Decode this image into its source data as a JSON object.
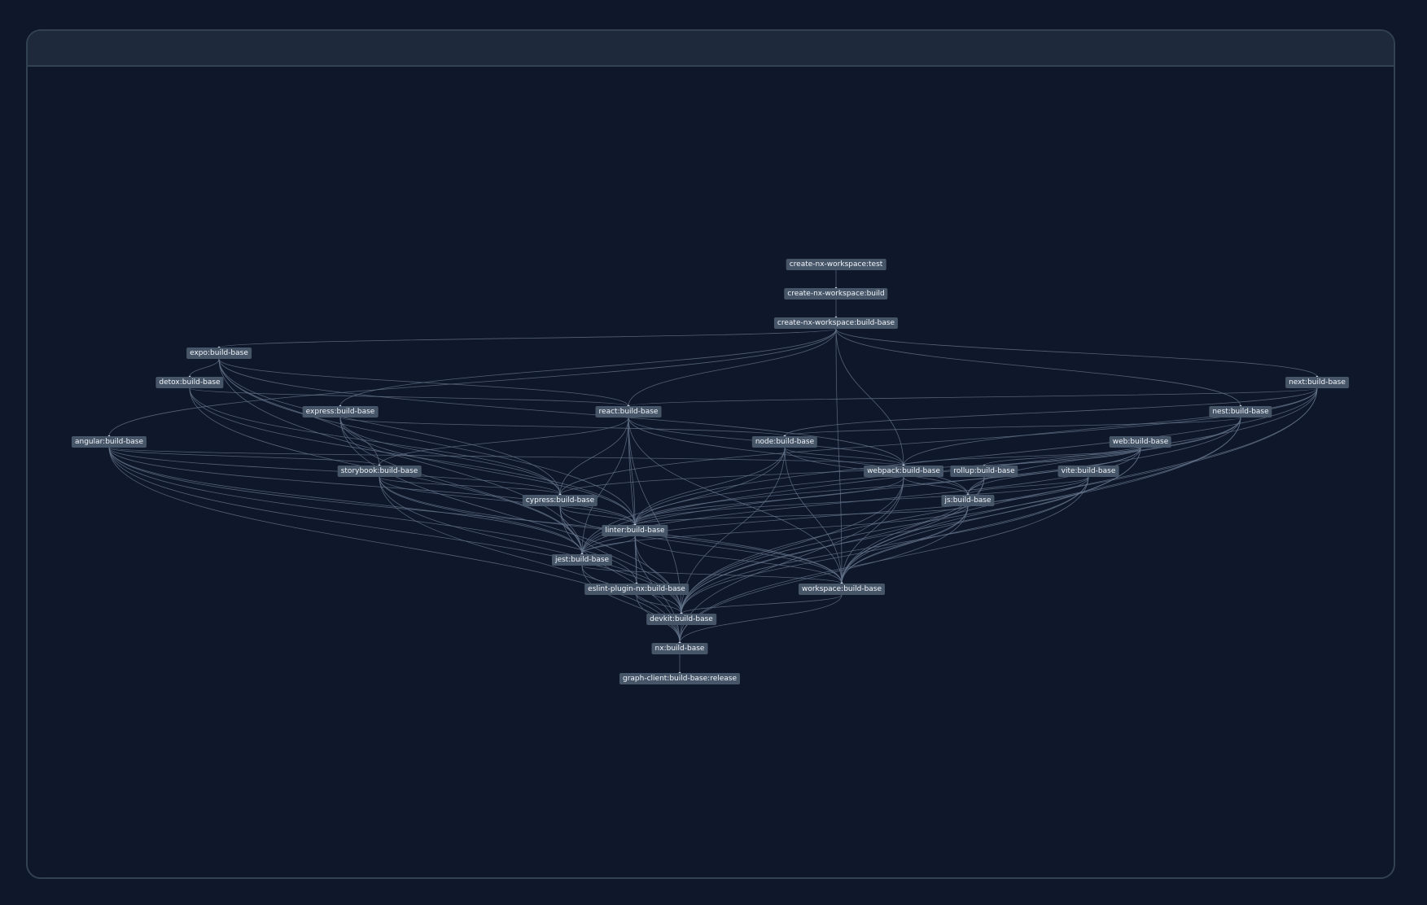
{
  "graph": {
    "nodes": [
      {
        "id": "create-nx-workspace:test",
        "label": "create-nx-workspace:test"
      },
      {
        "id": "create-nx-workspace:build",
        "label": "create-nx-workspace:build"
      },
      {
        "id": "create-nx-workspace:build-base",
        "label": "create-nx-workspace:build-base"
      },
      {
        "id": "expo:build-base",
        "label": "expo:build-base"
      },
      {
        "id": "detox:build-base",
        "label": "detox:build-base"
      },
      {
        "id": "next:build-base",
        "label": "next:build-base"
      },
      {
        "id": "express:build-base",
        "label": "express:build-base"
      },
      {
        "id": "react:build-base",
        "label": "react:build-base"
      },
      {
        "id": "nest:build-base",
        "label": "nest:build-base"
      },
      {
        "id": "angular:build-base",
        "label": "angular:build-base"
      },
      {
        "id": "node:build-base",
        "label": "node:build-base"
      },
      {
        "id": "web:build-base",
        "label": "web:build-base"
      },
      {
        "id": "storybook:build-base",
        "label": "storybook:build-base"
      },
      {
        "id": "webpack:build-base",
        "label": "webpack:build-base"
      },
      {
        "id": "rollup:build-base",
        "label": "rollup:build-base"
      },
      {
        "id": "vite:build-base",
        "label": "vite:build-base"
      },
      {
        "id": "cypress:build-base",
        "label": "cypress:build-base"
      },
      {
        "id": "js:build-base",
        "label": "js:build-base"
      },
      {
        "id": "linter:build-base",
        "label": "linter:build-base"
      },
      {
        "id": "jest:build-base",
        "label": "jest:build-base"
      },
      {
        "id": "eslint-plugin-nx:build-base",
        "label": "eslint-plugin-nx:build-base"
      },
      {
        "id": "workspace:build-base",
        "label": "workspace:build-base"
      },
      {
        "id": "devkit:build-base",
        "label": "devkit:build-base"
      },
      {
        "id": "nx:build-base",
        "label": "nx:build-base"
      },
      {
        "id": "graph-client:build-base:release",
        "label": "graph-client:build-base:release"
      }
    ],
    "edges": [
      [
        "create-nx-workspace:test",
        "create-nx-workspace:build"
      ],
      [
        "create-nx-workspace:build",
        "create-nx-workspace:build-base"
      ],
      [
        "create-nx-workspace:build-base",
        "expo:build-base"
      ],
      [
        "create-nx-workspace:build-base",
        "next:build-base"
      ],
      [
        "create-nx-workspace:build-base",
        "express:build-base"
      ],
      [
        "create-nx-workspace:build-base",
        "react:build-base"
      ],
      [
        "create-nx-workspace:build-base",
        "nest:build-base"
      ],
      [
        "create-nx-workspace:build-base",
        "angular:build-base"
      ],
      [
        "create-nx-workspace:build-base",
        "webpack:build-base"
      ],
      [
        "create-nx-workspace:build-base",
        "workspace:build-base"
      ],
      [
        "expo:build-base",
        "detox:build-base"
      ],
      [
        "expo:build-base",
        "react:build-base"
      ],
      [
        "expo:build-base",
        "storybook:build-base"
      ],
      [
        "expo:build-base",
        "cypress:build-base"
      ],
      [
        "expo:build-base",
        "jest:build-base"
      ],
      [
        "expo:build-base",
        "linter:build-base"
      ],
      [
        "expo:build-base",
        "webpack:build-base"
      ],
      [
        "detox:build-base",
        "react:build-base"
      ],
      [
        "detox:build-base",
        "jest:build-base"
      ],
      [
        "detox:build-base",
        "linter:build-base"
      ],
      [
        "detox:build-base",
        "cypress:build-base"
      ],
      [
        "next:build-base",
        "react:build-base"
      ],
      [
        "next:build-base",
        "node:build-base"
      ],
      [
        "next:build-base",
        "webpack:build-base"
      ],
      [
        "next:build-base",
        "cypress:build-base"
      ],
      [
        "next:build-base",
        "jest:build-base"
      ],
      [
        "next:build-base",
        "linter:build-base"
      ],
      [
        "next:build-base",
        "workspace:build-base"
      ],
      [
        "next:build-base",
        "devkit:build-base"
      ],
      [
        "express:build-base",
        "node:build-base"
      ],
      [
        "express:build-base",
        "jest:build-base"
      ],
      [
        "express:build-base",
        "linter:build-base"
      ],
      [
        "express:build-base",
        "devkit:build-base"
      ],
      [
        "express:build-base",
        "cypress:build-base"
      ],
      [
        "react:build-base",
        "cypress:build-base"
      ],
      [
        "react:build-base",
        "jest:build-base"
      ],
      [
        "react:build-base",
        "linter:build-base"
      ],
      [
        "react:build-base",
        "webpack:build-base"
      ],
      [
        "react:build-base",
        "storybook:build-base"
      ],
      [
        "react:build-base",
        "js:build-base"
      ],
      [
        "react:build-base",
        "workspace:build-base"
      ],
      [
        "react:build-base",
        "devkit:build-base"
      ],
      [
        "react:build-base",
        "eslint-plugin-nx:build-base"
      ],
      [
        "nest:build-base",
        "node:build-base"
      ],
      [
        "nest:build-base",
        "linter:build-base"
      ],
      [
        "nest:build-base",
        "js:build-base"
      ],
      [
        "nest:build-base",
        "workspace:build-base"
      ],
      [
        "nest:build-base",
        "devkit:build-base"
      ],
      [
        "nest:build-base",
        "jest:build-base"
      ],
      [
        "angular:build-base",
        "storybook:build-base"
      ],
      [
        "angular:build-base",
        "cypress:build-base"
      ],
      [
        "angular:build-base",
        "jest:build-base"
      ],
      [
        "angular:build-base",
        "linter:build-base"
      ],
      [
        "angular:build-base",
        "webpack:build-base"
      ],
      [
        "angular:build-base",
        "workspace:build-base"
      ],
      [
        "angular:build-base",
        "devkit:build-base"
      ],
      [
        "angular:build-base",
        "nx:build-base"
      ],
      [
        "angular:build-base",
        "eslint-plugin-nx:build-base"
      ],
      [
        "node:build-base",
        "webpack:build-base"
      ],
      [
        "node:build-base",
        "js:build-base"
      ],
      [
        "node:build-base",
        "jest:build-base"
      ],
      [
        "node:build-base",
        "linter:build-base"
      ],
      [
        "node:build-base",
        "workspace:build-base"
      ],
      [
        "node:build-base",
        "devkit:build-base"
      ],
      [
        "web:build-base",
        "webpack:build-base"
      ],
      [
        "web:build-base",
        "rollup:build-base"
      ],
      [
        "web:build-base",
        "cypress:build-base"
      ],
      [
        "web:build-base",
        "jest:build-base"
      ],
      [
        "web:build-base",
        "linter:build-base"
      ],
      [
        "web:build-base",
        "js:build-base"
      ],
      [
        "web:build-base",
        "workspace:build-base"
      ],
      [
        "web:build-base",
        "devkit:build-base"
      ],
      [
        "storybook:build-base",
        "cypress:build-base"
      ],
      [
        "storybook:build-base",
        "linter:build-base"
      ],
      [
        "storybook:build-base",
        "jest:build-base"
      ],
      [
        "storybook:build-base",
        "workspace:build-base"
      ],
      [
        "storybook:build-base",
        "devkit:build-base"
      ],
      [
        "storybook:build-base",
        "nx:build-base"
      ],
      [
        "webpack:build-base",
        "js:build-base"
      ],
      [
        "webpack:build-base",
        "workspace:build-base"
      ],
      [
        "webpack:build-base",
        "devkit:build-base"
      ],
      [
        "webpack:build-base",
        "linter:build-base"
      ],
      [
        "webpack:build-base",
        "nx:build-base"
      ],
      [
        "rollup:build-base",
        "js:build-base"
      ],
      [
        "rollup:build-base",
        "workspace:build-base"
      ],
      [
        "rollup:build-base",
        "devkit:build-base"
      ],
      [
        "vite:build-base",
        "js:build-base"
      ],
      [
        "vite:build-base",
        "workspace:build-base"
      ],
      [
        "vite:build-base",
        "devkit:build-base"
      ],
      [
        "vite:build-base",
        "linter:build-base"
      ],
      [
        "vite:build-base",
        "jest:build-base"
      ],
      [
        "vite:build-base",
        "nx:build-base"
      ],
      [
        "cypress:build-base",
        "linter:build-base"
      ],
      [
        "cypress:build-base",
        "jest:build-base"
      ],
      [
        "cypress:build-base",
        "workspace:build-base"
      ],
      [
        "cypress:build-base",
        "devkit:build-base"
      ],
      [
        "cypress:build-base",
        "nx:build-base"
      ],
      [
        "js:build-base",
        "linter:build-base"
      ],
      [
        "js:build-base",
        "jest:build-base"
      ],
      [
        "js:build-base",
        "workspace:build-base"
      ],
      [
        "js:build-base",
        "devkit:build-base"
      ],
      [
        "js:build-base",
        "nx:build-base"
      ],
      [
        "linter:build-base",
        "eslint-plugin-nx:build-base"
      ],
      [
        "linter:build-base",
        "workspace:build-base"
      ],
      [
        "linter:build-base",
        "devkit:build-base"
      ],
      [
        "linter:build-base",
        "nx:build-base"
      ],
      [
        "linter:build-base",
        "jest:build-base"
      ],
      [
        "jest:build-base",
        "devkit:build-base"
      ],
      [
        "jest:build-base",
        "workspace:build-base"
      ],
      [
        "jest:build-base",
        "nx:build-base"
      ],
      [
        "eslint-plugin-nx:build-base",
        "devkit:build-base"
      ],
      [
        "eslint-plugin-nx:build-base",
        "nx:build-base"
      ],
      [
        "workspace:build-base",
        "devkit:build-base"
      ],
      [
        "workspace:build-base",
        "nx:build-base"
      ],
      [
        "devkit:build-base",
        "nx:build-base"
      ],
      [
        "nx:build-base",
        "graph-client:build-base:release"
      ]
    ]
  },
  "colors": {
    "background": "#0f172a",
    "panel_border": "#334155",
    "panel_header": "#1e293b",
    "node_fill": "#475569",
    "node_text": "#f1f5f9",
    "edge": "#64748b"
  }
}
